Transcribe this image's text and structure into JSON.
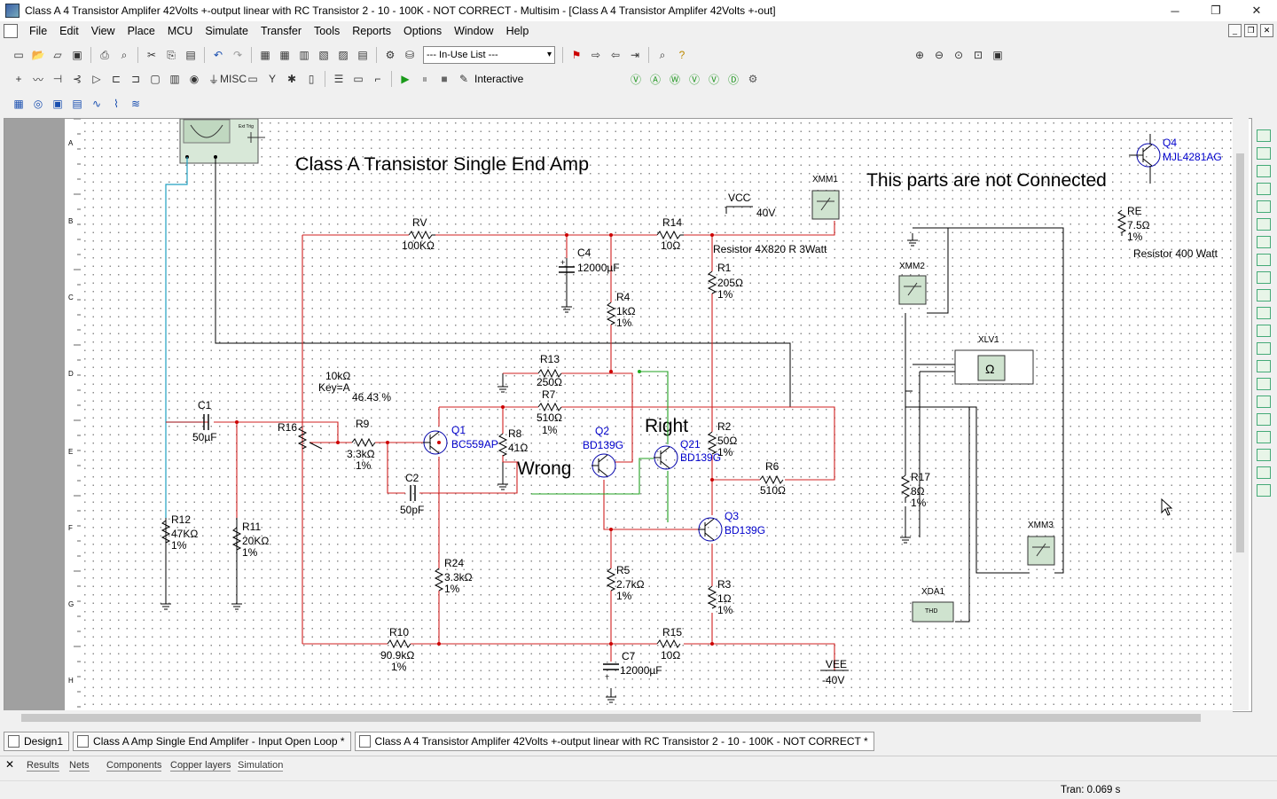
{
  "window": {
    "title": "Class A 4 Transistor Amplifer 42Volts +-output linear with RC Transistor 2 - 10 - 100K - NOT CORRECT - Multisim - [Class A 4 Transistor Amplifer 42Volts +-out]",
    "minimize": "─",
    "maximize": "❐",
    "close": "✕"
  },
  "menu": [
    "File",
    "Edit",
    "View",
    "Place",
    "MCU",
    "Simulate",
    "Transfer",
    "Tools",
    "Reports",
    "Options",
    "Window",
    "Help"
  ],
  "toolbar": {
    "inuse_list": "--- In-Use List ---",
    "interactive_label": "Interactive"
  },
  "schematic": {
    "title": "Class A Transistor Single End Amp",
    "note_not_connected": "This parts are not Connected",
    "label_right": "Right",
    "label_wrong": "Wrong",
    "resistor_note_1": "Resistor 4X820 R 3Watt",
    "resistor_note_2": "Resistor 400 Watt",
    "vcc": {
      "name": "VCC",
      "value": "40V"
    },
    "vee": {
      "name": "VEE",
      "value": "-40V"
    },
    "rv": {
      "name": "RV",
      "value": "100KΩ"
    },
    "r14": {
      "name": "R14",
      "value": "10Ω"
    },
    "c4": {
      "name": "C4",
      "value": "12000µF"
    },
    "r1": {
      "name": "R1",
      "value": "205Ω",
      "tol": "1%"
    },
    "r4": {
      "name": "R4",
      "value": "1kΩ",
      "tol": "1%"
    },
    "r13": {
      "name": "R13",
      "value": "250Ω"
    },
    "r7": {
      "name": "R7",
      "value": "510Ω",
      "tol": "1%"
    },
    "r16": {
      "name": "R16",
      "value": "10kΩ",
      "key": "Key=A",
      "pct": "46.43 %"
    },
    "c1": {
      "name": "C1",
      "value": "50µF"
    },
    "r9": {
      "name": "R9",
      "value": "3.3kΩ",
      "tol": "1%"
    },
    "r8": {
      "name": "R8",
      "value": "41Ω"
    },
    "c2": {
      "name": "C2",
      "value": "50pF"
    },
    "q1": {
      "name": "Q1",
      "part": "BC559AP"
    },
    "q2": {
      "name": "Q2",
      "part": "BD139G"
    },
    "q21": {
      "name": "Q21",
      "part": "BD139G"
    },
    "q3": {
      "name": "Q3",
      "part": "BD139G"
    },
    "q4": {
      "name": "Q4",
      "part": "MJL4281AG"
    },
    "r2": {
      "name": "R2",
      "value": "50Ω",
      "tol": "1%"
    },
    "r6": {
      "name": "R6",
      "value": "510Ω"
    },
    "r12": {
      "name": "R12",
      "value": "47KΩ",
      "tol": "1%"
    },
    "r11": {
      "name": "R11",
      "value": "20KΩ",
      "tol": "1%"
    },
    "r24": {
      "name": "R24",
      "value": "3.3kΩ",
      "tol": "1%"
    },
    "r5": {
      "name": "R5",
      "value": "2.7kΩ",
      "tol": "1%"
    },
    "r3": {
      "name": "R3",
      "value": "1Ω",
      "tol": "1%"
    },
    "r10": {
      "name": "R10",
      "value": "90.9kΩ",
      "tol": "1%"
    },
    "r15": {
      "name": "R15",
      "value": "10Ω"
    },
    "c7": {
      "name": "C7",
      "value": "12000µF"
    },
    "re": {
      "name": "RE",
      "value": "7.5Ω",
      "tol": "1%"
    },
    "r17": {
      "name": "R17",
      "value": "8Ω",
      "tol": "1%"
    },
    "xmm1": "XMM1",
    "xmm2": "XMM2",
    "xmm3": "XMM3",
    "xlv1": "XLV1",
    "xda1": "XDA1",
    "xda_label": "THD",
    "scope_ext": "Ext Trig",
    "ruler_letters": [
      "A",
      "B",
      "C",
      "D",
      "E",
      "F",
      "G",
      "H"
    ]
  },
  "tabs": [
    "Design1",
    "Class A Amp Single End Amplifer - Input Open Loop *",
    "Class A 4 Transistor Amplifer 42Volts +-output linear with RC Transistor 2 - 10 - 100K - NOT CORRECT *"
  ],
  "bottom_tabs": [
    "Results",
    "Nets",
    "Components",
    "Copper layers",
    "Simulation"
  ],
  "status": {
    "tran": "Tran: 0.069 s"
  },
  "colors": {
    "wire_red": "#d02020",
    "wire_black": "#000000",
    "wire_green": "#20a020",
    "wire_cyan": "#20a0c0",
    "part_blue": "#0000c0"
  }
}
